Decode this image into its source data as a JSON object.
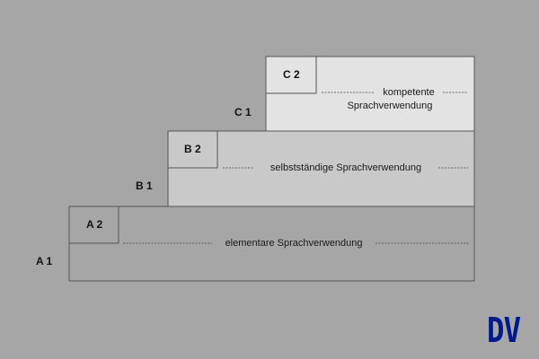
{
  "levels": [
    "A 1",
    "A 2",
    "B 1",
    "B 2",
    "C 1",
    "C 2"
  ],
  "bands": {
    "elementary": "elementare Sprachverwendung",
    "independent": "selbstständige Sprachverwendung",
    "proficient_line1": "kompetente",
    "proficient_line2": "Sprachverwendung"
  },
  "logo": "DV",
  "colors": {
    "background": "#a6a6a6",
    "band_elementary": "#a6a6a6",
    "band_independent": "#c9c9c9",
    "band_proficient": "#e3e3e3",
    "outline": "#555555",
    "logo": "#001a8c"
  }
}
